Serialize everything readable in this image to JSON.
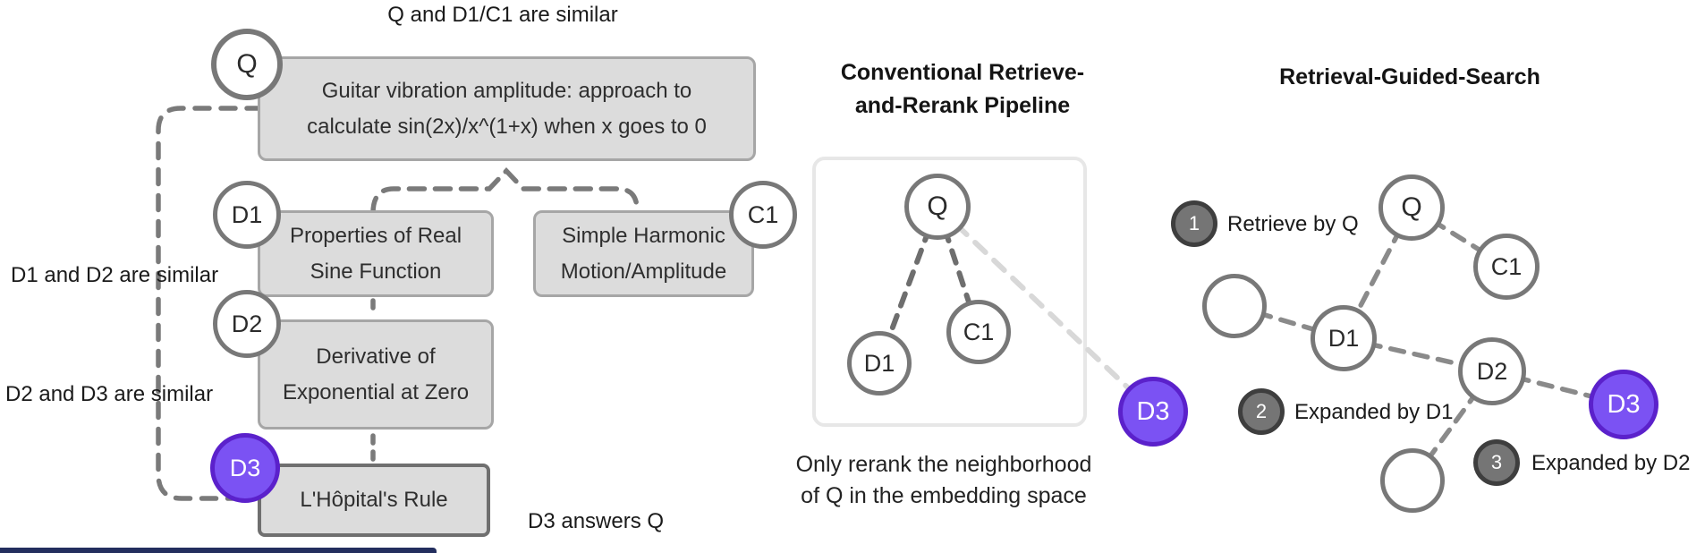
{
  "left_panel": {
    "top_caption": "Q and D1/C1 are similar",
    "side_caption_1": "D1 and D2 are similar",
    "side_caption_2": "D2 and D3 are similar",
    "bottom_caption": "D3 answers Q",
    "nodes": {
      "q": "Q",
      "d1": "D1",
      "c1": "C1",
      "d2": "D2",
      "d3": "D3"
    },
    "query_box": {
      "line1": "Guitar vibration amplitude: approach to",
      "line2": "calculate sin(2x)/x^(1+x) when x goes to 0"
    },
    "d1_box": {
      "line1": "Properties of Real",
      "line2": "Sine Function"
    },
    "c1_box": {
      "line1": "Simple Harmonic",
      "line2": "Motion/Amplitude"
    },
    "d2_box": {
      "line1": "Derivative of",
      "line2": "Exponential at Zero"
    },
    "d3_box": {
      "line1": "L'Hôpital's Rule"
    }
  },
  "middle_panel": {
    "title_line1": "Conventional Retrieve-",
    "title_line2": "and-Rerank Pipeline",
    "nodes": {
      "q": "Q",
      "d1": "D1",
      "c1": "C1",
      "d3": "D3"
    },
    "caption_line1": "Only rerank the neighborhood",
    "caption_line2": "of Q in the embedding space"
  },
  "right_panel": {
    "title": "Retrieval-Guided-Search",
    "nodes": {
      "q": "Q",
      "c1": "C1",
      "d1": "D1",
      "d2": "D2",
      "d3": "D3"
    },
    "steps": [
      {
        "num": "1",
        "label": "Retrieve by Q"
      },
      {
        "num": "2",
        "label": "Expanded by D1"
      },
      {
        "num": "3",
        "label": "Expanded by D2"
      }
    ]
  },
  "colors": {
    "purple_fill": "#7b52f3",
    "purple_border": "#5b21cb",
    "node_border": "#787878",
    "box_fill": "#dcdcdc",
    "box_border": "#a6a6a6",
    "box_border_dark": "#6f6f6f",
    "dash": "#7a7a7a",
    "dash_light": "#d8d8d8",
    "badge_fill": "#757575",
    "badge_ring": "#3e3e3e",
    "bottom_bar": "#232e5e"
  }
}
